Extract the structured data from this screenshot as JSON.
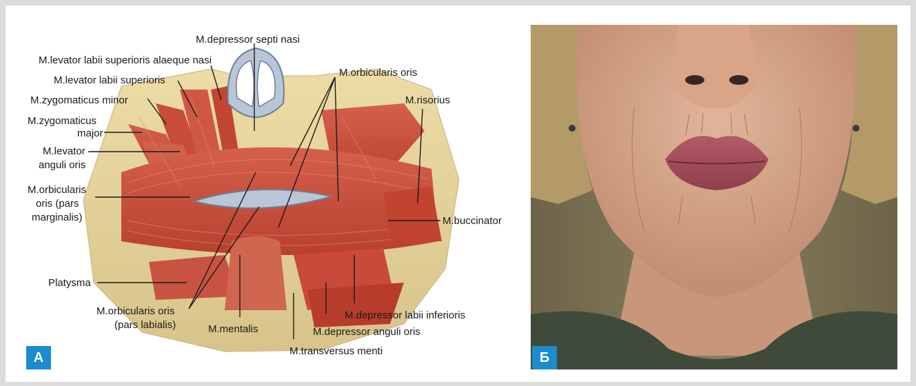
{
  "panel_a": {
    "badge": "А",
    "labels": {
      "depressor_septi": "M.depressor septi nasi",
      "levator_alaeque": "M.levator labii superioris alaeque nasi",
      "levator_labii_sup": "M.levator labii superioris",
      "zygomaticus_minor": "M.zygomaticus minor",
      "zygomaticus_major_1": "M.zygomaticus",
      "zygomaticus_major_2": "major",
      "levator_anguli_1": "M.levator",
      "levator_anguli_2": "anguli oris",
      "orbicularis_marg_1": "M.orbicularis",
      "orbicularis_marg_2": "oris (pars",
      "orbicularis_marg_3": "marginalis)",
      "orbicularis_oris": "M.orbicularis oris",
      "risorius": "M.risorius",
      "buccinator": "M.buccinator",
      "platysma": "Platysma",
      "orbicularis_lab_1": "M.orbicularis oris",
      "orbicularis_lab_2": "(pars labialis)",
      "mentalis": "M.mentalis",
      "depressor_labii_inf": "M.depressor labii inferioris",
      "depressor_anguli": "M.depressor anguli oris",
      "transversus_menti": "M.transversus menti"
    }
  },
  "panel_b": {
    "badge": "Б"
  },
  "colors": {
    "badge": "#1c8ccf",
    "muscle": "#c9493a",
    "fat": "#e6d49a",
    "skin": "#d8a58b",
    "lips": "#a8505c",
    "shirt": "#3f4a3a"
  }
}
